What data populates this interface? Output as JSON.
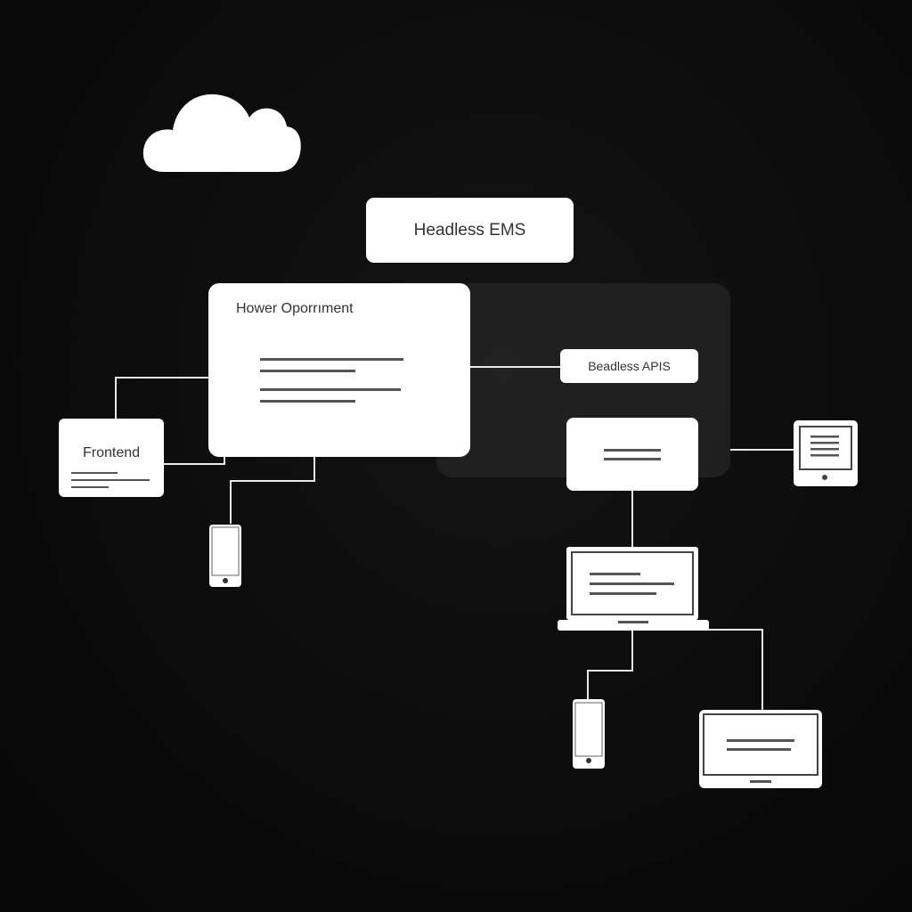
{
  "colors": {
    "background": "#0c0c0c",
    "node": "#ffffff",
    "connector": "#e8e8e8",
    "text_line": "#555555",
    "panel": "#262626"
  },
  "nodes": {
    "headless_cms": {
      "label": "Headless EMS"
    },
    "main_card": {
      "label": "Hower Oporrıment"
    },
    "headless_apis": {
      "label": "Beadless APIS"
    },
    "frontend": {
      "label": "Frontend"
    }
  },
  "icons": [
    "cloud-icon",
    "smartphone-icon",
    "tablet-icon",
    "laptop-icon",
    "monitor-icon"
  ]
}
